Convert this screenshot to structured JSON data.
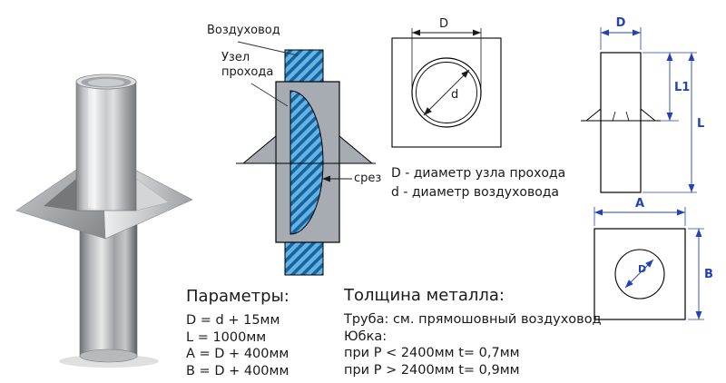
{
  "cross_section": {
    "label_duct": "Воздуховод",
    "label_unit": "Узел\nпрохода",
    "label_cut": "срез"
  },
  "dd_view": {
    "dim_D": "D",
    "dim_d": "d"
  },
  "legend": {
    "line1": "D - диаметр узла прохода",
    "line2": "d - диаметр воздуховода"
  },
  "front_view": {
    "dim_D": "D",
    "dim_L1": "L1",
    "dim_L": "L"
  },
  "top_view": {
    "dim_A": "A",
    "dim_B": "B",
    "dim_D": "D"
  },
  "parameters": {
    "title": "Параметры:",
    "lines": [
      "D = d + 15мм",
      "L = 1000мм",
      "A = D + 400мм",
      "B = D + 400мм"
    ]
  },
  "thickness": {
    "title": "Толщина металла:",
    "lines": [
      "Труба: см. прямошовный воздуховод",
      "Юбка:",
      "при P < 2400мм t= 0,7мм",
      "при P > 2400мм t= 0,9мм"
    ]
  },
  "colors": {
    "dimension_blue": "#2442b8",
    "hatch_blue": "#66b3e3",
    "hatch_stripe": "#15639f",
    "body_gray": "#a7abb2"
  }
}
